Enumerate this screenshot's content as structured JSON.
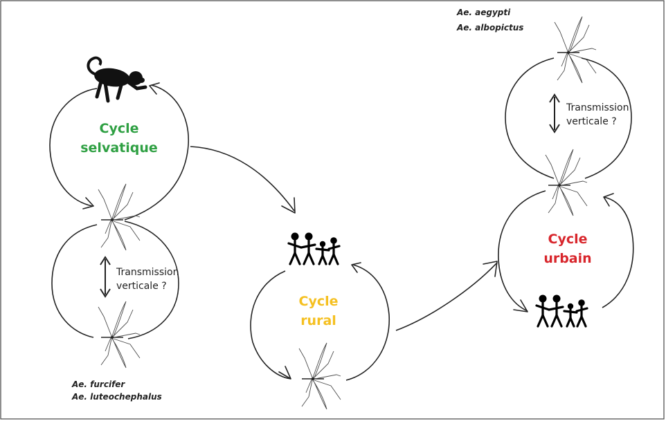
{
  "cycles": {
    "sylvatic": {
      "title": [
        "Cycle",
        "selvatique"
      ],
      "color": "#2fa043"
    },
    "rural": {
      "title": [
        "Cycle",
        "rural"
      ],
      "color": "#f5c021"
    },
    "urban": {
      "title": [
        "Cycle",
        "urbain"
      ],
      "color": "#d8262c"
    }
  },
  "vertical_transmission": {
    "sylvatic": [
      "Transmission",
      "verticale ?"
    ],
    "urban": [
      "Transmission",
      "verticale ?"
    ]
  },
  "species": {
    "sylvatic": [
      "Ae. furcifer",
      "Ae. luteochephalus"
    ],
    "urban": [
      "Ae. aegypti",
      "Ae. albopictus"
    ]
  },
  "icons": [
    "monkey-icon",
    "mosquito-icon",
    "human-family-icon",
    "double-arrow-icon"
  ]
}
